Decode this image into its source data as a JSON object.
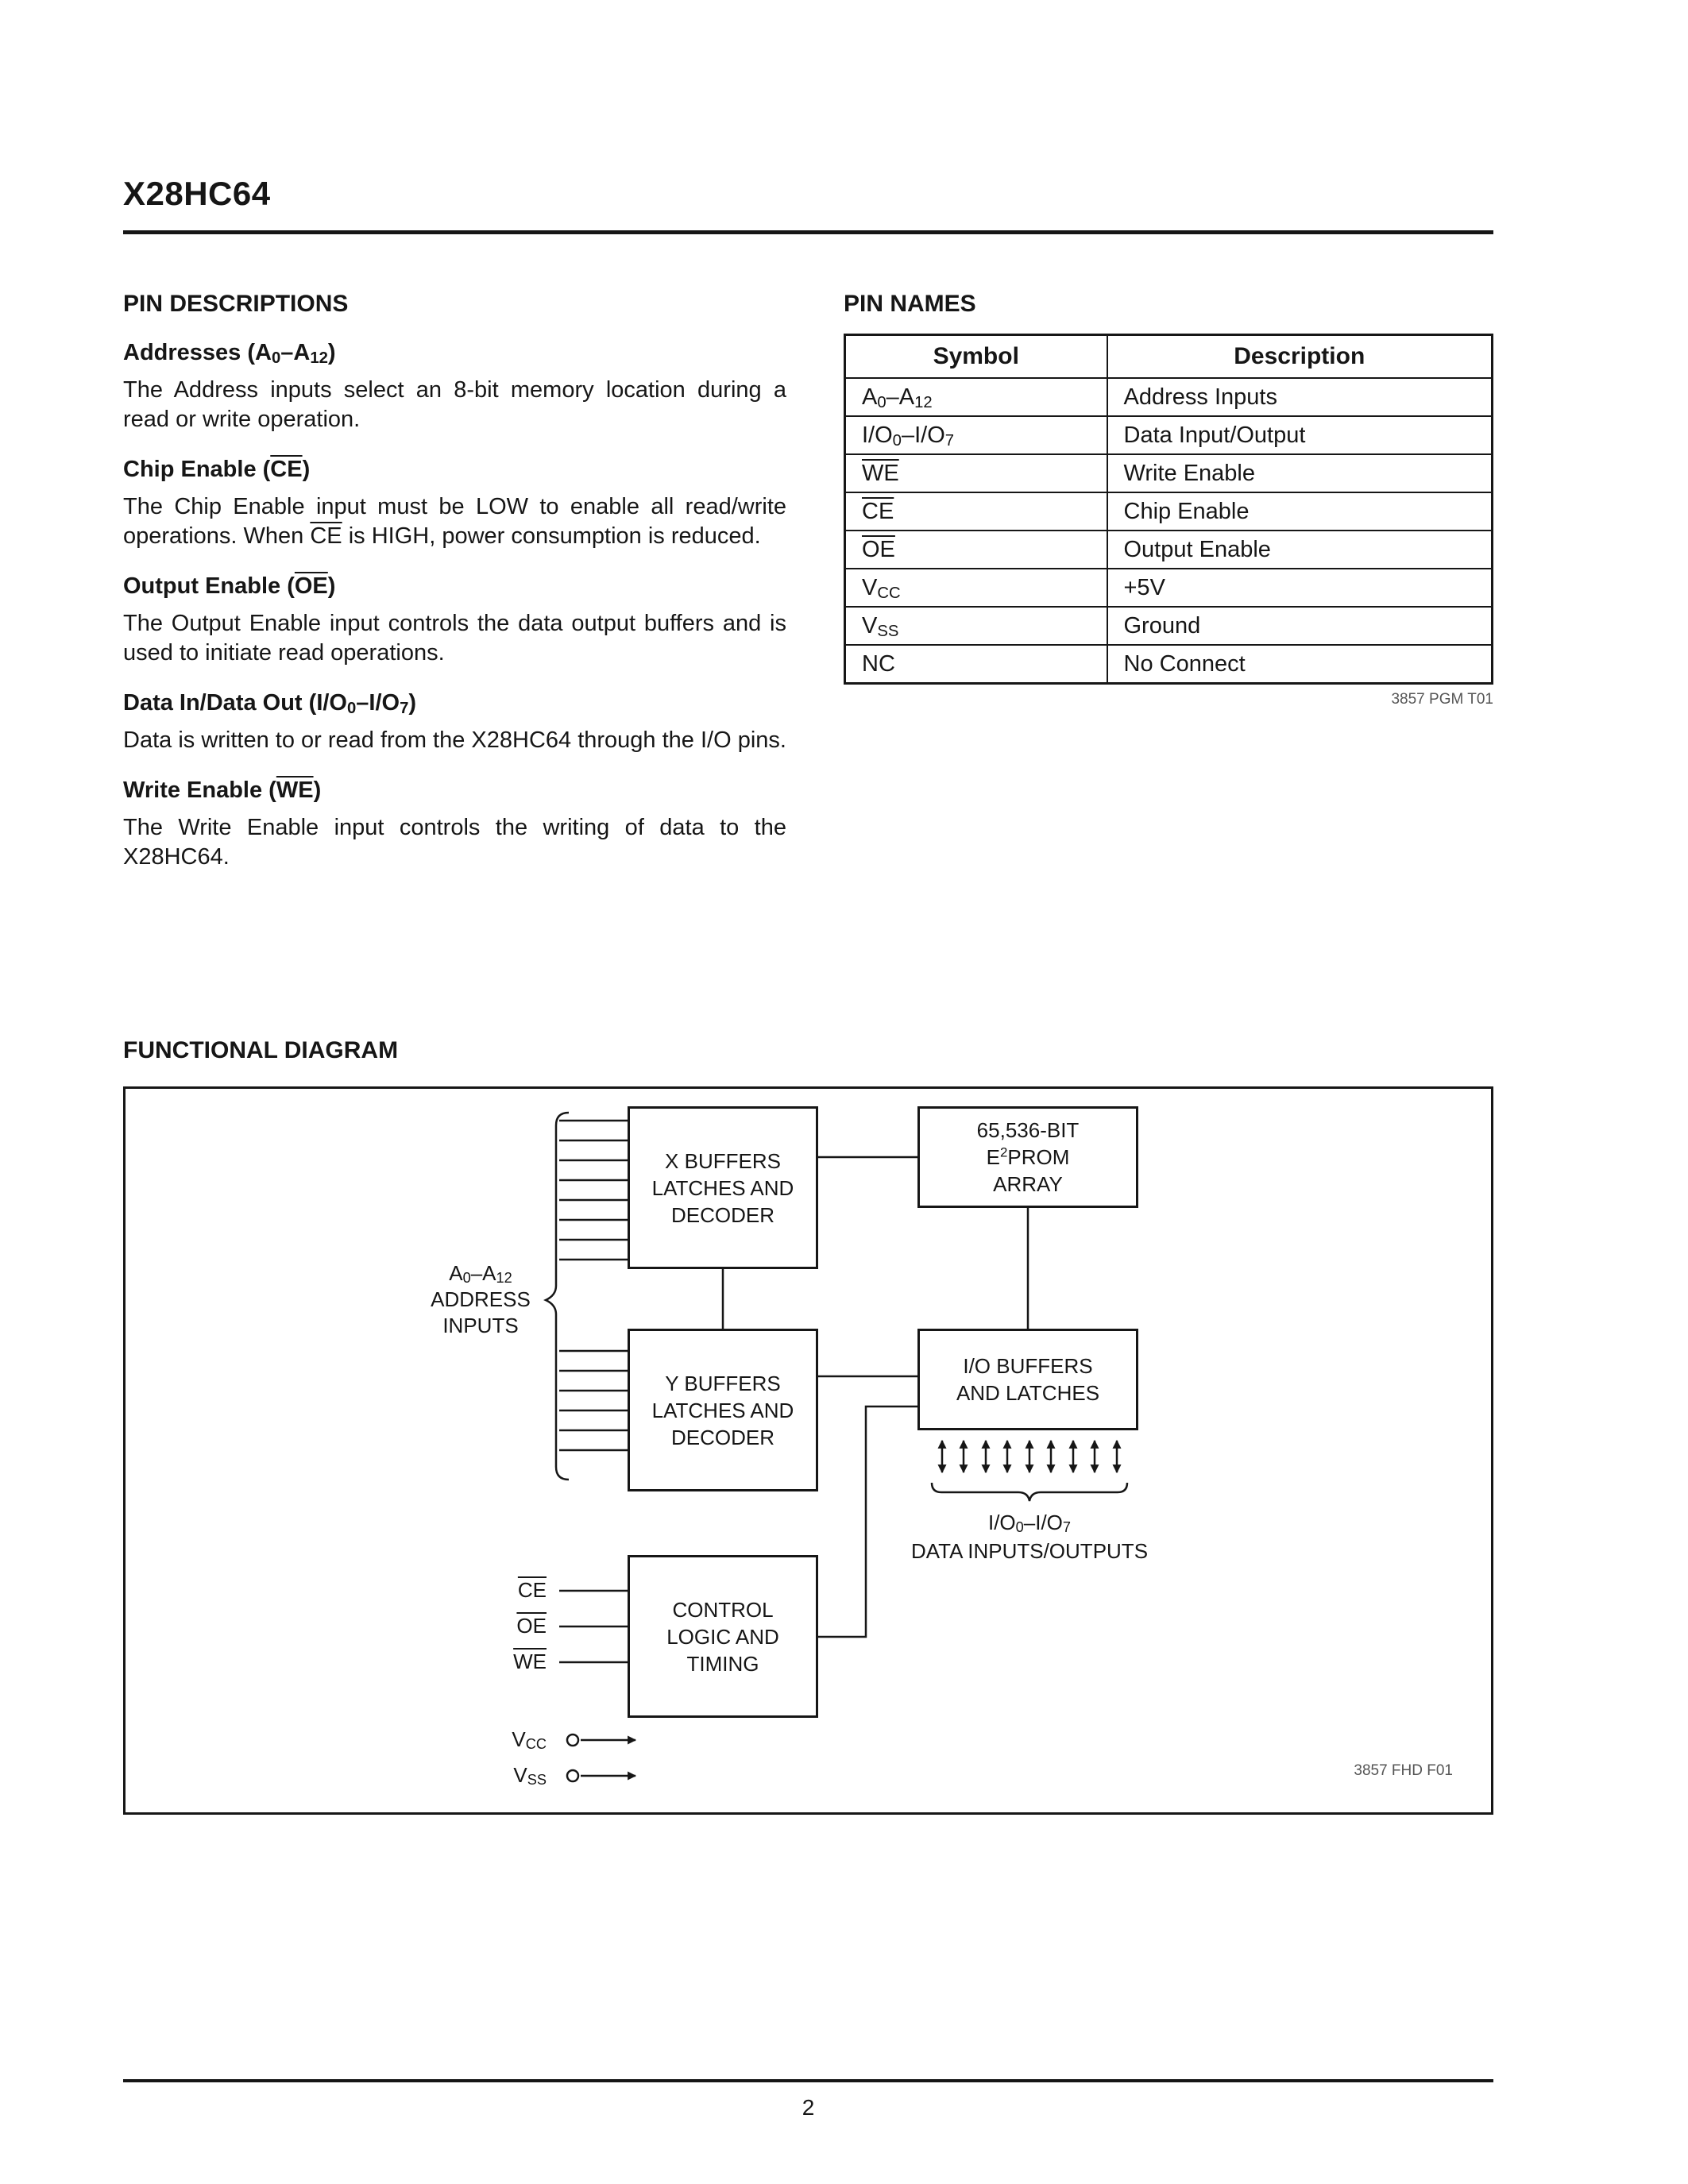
{
  "page": {
    "title": "X28HC64",
    "number": "2"
  },
  "sym": {
    "a": {
      "p1": "A",
      "s1": "0",
      "p2": "–A",
      "s2": "12"
    },
    "io": {
      "p1": "I/O",
      "s1": "0",
      "p2": "–I/O",
      "s2": "7"
    },
    "we": "WE",
    "ce": "CE",
    "oe": "OE",
    "vcc": {
      "p": "V",
      "s": "CC"
    },
    "vss": {
      "p": "V",
      "s": "SS"
    },
    "nc": "NC"
  },
  "pin_descriptions": {
    "heading": "PIN DESCRIPTIONS",
    "addresses": {
      "h_pre": "Addresses (",
      "h_post": ")",
      "body": "The Address inputs select an 8-bit memory location during a read or write operation."
    },
    "chip_enable": {
      "h_pre": "Chip Enable (",
      "h_post": ")",
      "body_pre": "The Chip Enable input must be LOW to enable all read/write operations. When ",
      "body_post": " is HIGH, power consumption is reduced."
    },
    "output_enable": {
      "h_pre": "Output Enable (",
      "h_post": ")",
      "body": "The Output Enable input controls the data output buffers and is used to initiate read operations."
    },
    "data_io": {
      "h_pre": "Data In/Data Out (",
      "h_post": ")",
      "body": "Data is written to or read from the X28HC64 through the I/O pins."
    },
    "write_enable": {
      "h_pre": "Write Enable (",
      "h_post": ")",
      "body": "The Write Enable input controls the writing of data to the X28HC64."
    }
  },
  "pin_names": {
    "heading": "PIN NAMES",
    "col_symbol": "Symbol",
    "col_description": "Description",
    "rows": [
      {
        "desc": "Address Inputs"
      },
      {
        "desc": "Data Input/Output"
      },
      {
        "desc": "Write Enable"
      },
      {
        "desc": "Chip Enable"
      },
      {
        "desc": "Output Enable"
      },
      {
        "desc": "+5V"
      },
      {
        "desc": "Ground"
      },
      {
        "desc": "No Connect"
      }
    ],
    "note": "3857 PGM T01"
  },
  "diagram": {
    "heading": "FUNCTIONAL DIAGRAM",
    "x_buffers": "X BUFFERS\nLATCHES AND\nDECODER",
    "eeprom": {
      "l1": "65,536-BIT",
      "e": "E",
      "sup": "2",
      "prom": "PROM",
      "l3": "ARRAY"
    },
    "y_buffers": "Y BUFFERS\nLATCHES AND\nDECODER",
    "io_buffers": "I/O BUFFERS\nAND LATCHES",
    "control": "CONTROL\nLOGIC AND\nTIMING",
    "address_line2": "ADDRESS",
    "address_line3": "INPUTS",
    "data_label": "DATA INPUTS/OUTPUTS",
    "note": "3857 FHD F01"
  }
}
